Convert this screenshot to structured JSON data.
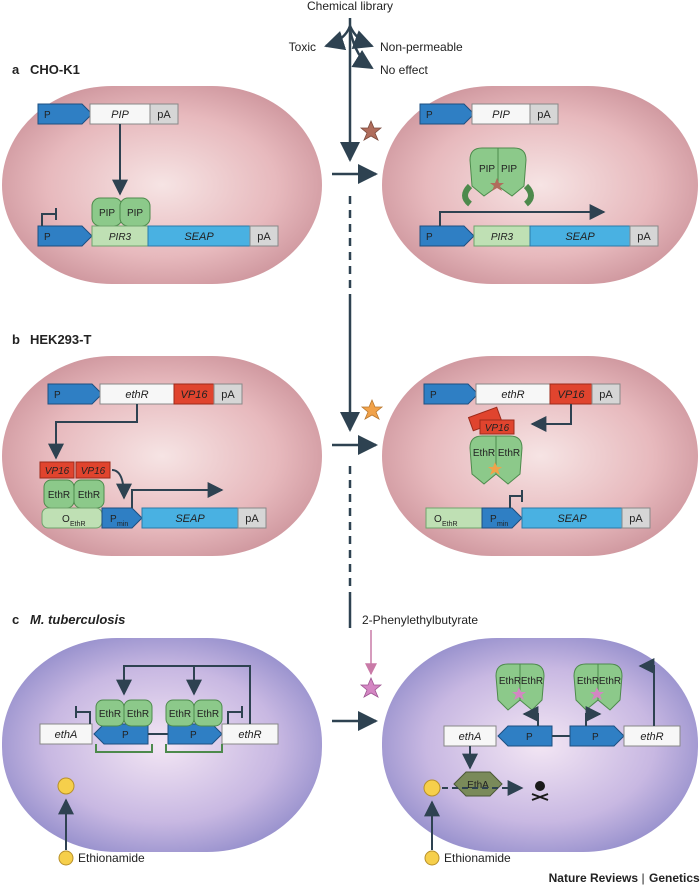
{
  "header": {
    "library": "Chemical library",
    "toxic": "Toxic",
    "non_permeable": "Non-permeable",
    "no_effect": "No effect"
  },
  "panel_a": {
    "letter": "a",
    "title": "CHO-K1",
    "promoter": "P",
    "pip_gene": "PIP",
    "pa": "pA",
    "pip_protein": "PIP",
    "operator": "PIR3",
    "reporter": "SEAP"
  },
  "panel_b": {
    "letter": "b",
    "title": "HEK293-T",
    "promoter": "P",
    "eth_gene": "ethR",
    "vp16": "VP16",
    "pa": "pA",
    "ethr_protein": "EthR",
    "operator_o": "O",
    "operator_sub": "EthR",
    "pmin": "P",
    "pmin_sub": "min",
    "reporter": "SEAP"
  },
  "panel_c": {
    "letter": "c",
    "title": "M. tuberculosis",
    "etha_gene": "ethA",
    "ethr_gene": "ethR",
    "ethr_protein": "EthR",
    "promoter": "P",
    "compound": "2-Phenylethylbutyrate",
    "drug": "Ethionamide",
    "enzyme": "EthA"
  },
  "footer": {
    "journal": "Nature Reviews",
    "separator": "|",
    "section": "Genetics"
  },
  "colors": {
    "cell_pink": "#c98f97",
    "cell_purple": "#8a86c7",
    "promoter_blue": "#2f7fc4",
    "seap_blue": "#49b1e2",
    "green": "#8cc98a",
    "vp16_red": "#e0442e",
    "accent_red": "#d6202a",
    "arrow_dark": "#2e4251"
  }
}
